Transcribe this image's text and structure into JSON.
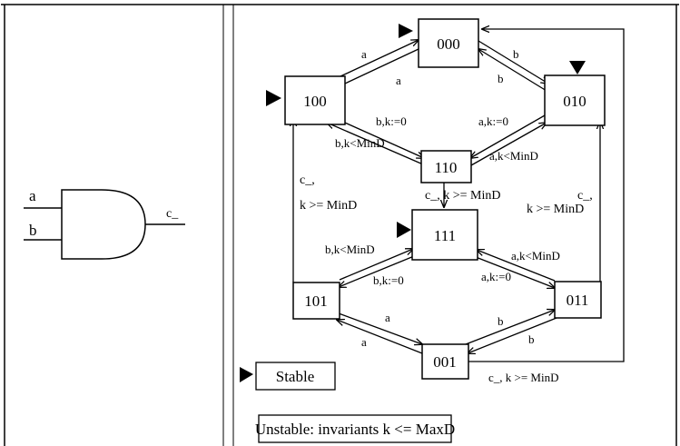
{
  "gate": {
    "input_a": "a",
    "input_b": "b",
    "output": "c_"
  },
  "states": {
    "s000": "000",
    "s010": "010",
    "s100": "100",
    "s110": "110",
    "s111": "111",
    "s101": "101",
    "s011": "011",
    "s001": "001"
  },
  "edge_labels": {
    "e100_000_a_top": "a",
    "e000_100_a_bottom": "a",
    "e000_010_b_top": "b",
    "e010_000_b_bottom": "b",
    "e100_110_reset": "b,k:=0",
    "e110_100_guard": "b,k<MinD",
    "e010_110_reset": "a,k:=0",
    "e110_010_guard": "a,k<MinD",
    "e110_111": "c_, k >= MinD",
    "e101_100_c": "c_,",
    "e101_100_k": "k >= MinD",
    "e011_010_c": "c_,",
    "e011_010_k": "k >= MinD",
    "e111_101_guard": "b,k<MinD",
    "e101_111_reset": "b,k:=0",
    "e011_111_guard": "a,k<MinD",
    "e111_011_reset": "a,k:=0",
    "e101_001_a_top": "a",
    "e001_101_a_bottom": "a",
    "e001_011_b_top": "b",
    "e011_001_b_bottom": "b",
    "e001_000": "c_, k >= MinD"
  },
  "legend": {
    "stable": "Stable",
    "unstable": "Unstable: invariants k <= MaxD"
  }
}
